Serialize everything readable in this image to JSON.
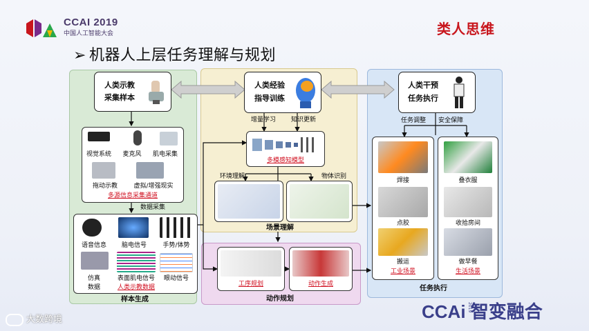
{
  "header": {
    "conf_title": "CCAI 2019",
    "conf_subtitle": "中国人工智能大会",
    "badge": "类人思维",
    "headline_arrow": "➢",
    "headline": "机器人上层任务理解与规划"
  },
  "left": {
    "top_box": [
      "人类示教",
      "采集样本"
    ],
    "sensors": [
      "视觉系统",
      "麦克风",
      "肌电采集",
      "拖动示教",
      "虚拟/增强现实"
    ],
    "sensors_caption": "多源信息采集通道",
    "collect_label": "数据采集",
    "signals": [
      "语音信息",
      "脑电信号",
      "手势/体势",
      "仿真",
      "数据",
      "表面肌电信号",
      "眼动信号"
    ],
    "signals_caption": "人类示教数据",
    "panel_label": "样本生成"
  },
  "middle": {
    "top_box": [
      "人类经验",
      "指导训练"
    ],
    "learn_label": "增量学习",
    "update_label": "知识更新",
    "model_caption": "多模感知模型",
    "env_label": "环境理解",
    "obj_label": "物体识别",
    "panel_label": "场景理解"
  },
  "action": {
    "process_caption": "工序规划",
    "motion_caption": "动作生成",
    "panel_label": "动作规划"
  },
  "right": {
    "top_box": [
      "人类干预",
      "任务执行"
    ],
    "adjust_label": "任务调整",
    "safety_label": "安全保障",
    "industrial_items": [
      "焊接",
      "点胶",
      "搬运"
    ],
    "industrial_caption": "工业场景",
    "life_items": [
      "叠衣服",
      "收拾房间",
      "做早餐"
    ],
    "life_caption": "生活场景",
    "panel_label": "任务执行"
  },
  "footer": {
    "brand": "CCAi 智变融合",
    "brand_year": "2019",
    "watermark": "大数跨境"
  },
  "colors": {
    "badge": "#c8161d",
    "caption_red": "#d01020",
    "left_panel": "#d9ead6",
    "mid_panel": "#f6efd2",
    "action_panel": "#efd9ef",
    "right_panel": "#d8e6f6",
    "brand": "#3a3f8a"
  }
}
